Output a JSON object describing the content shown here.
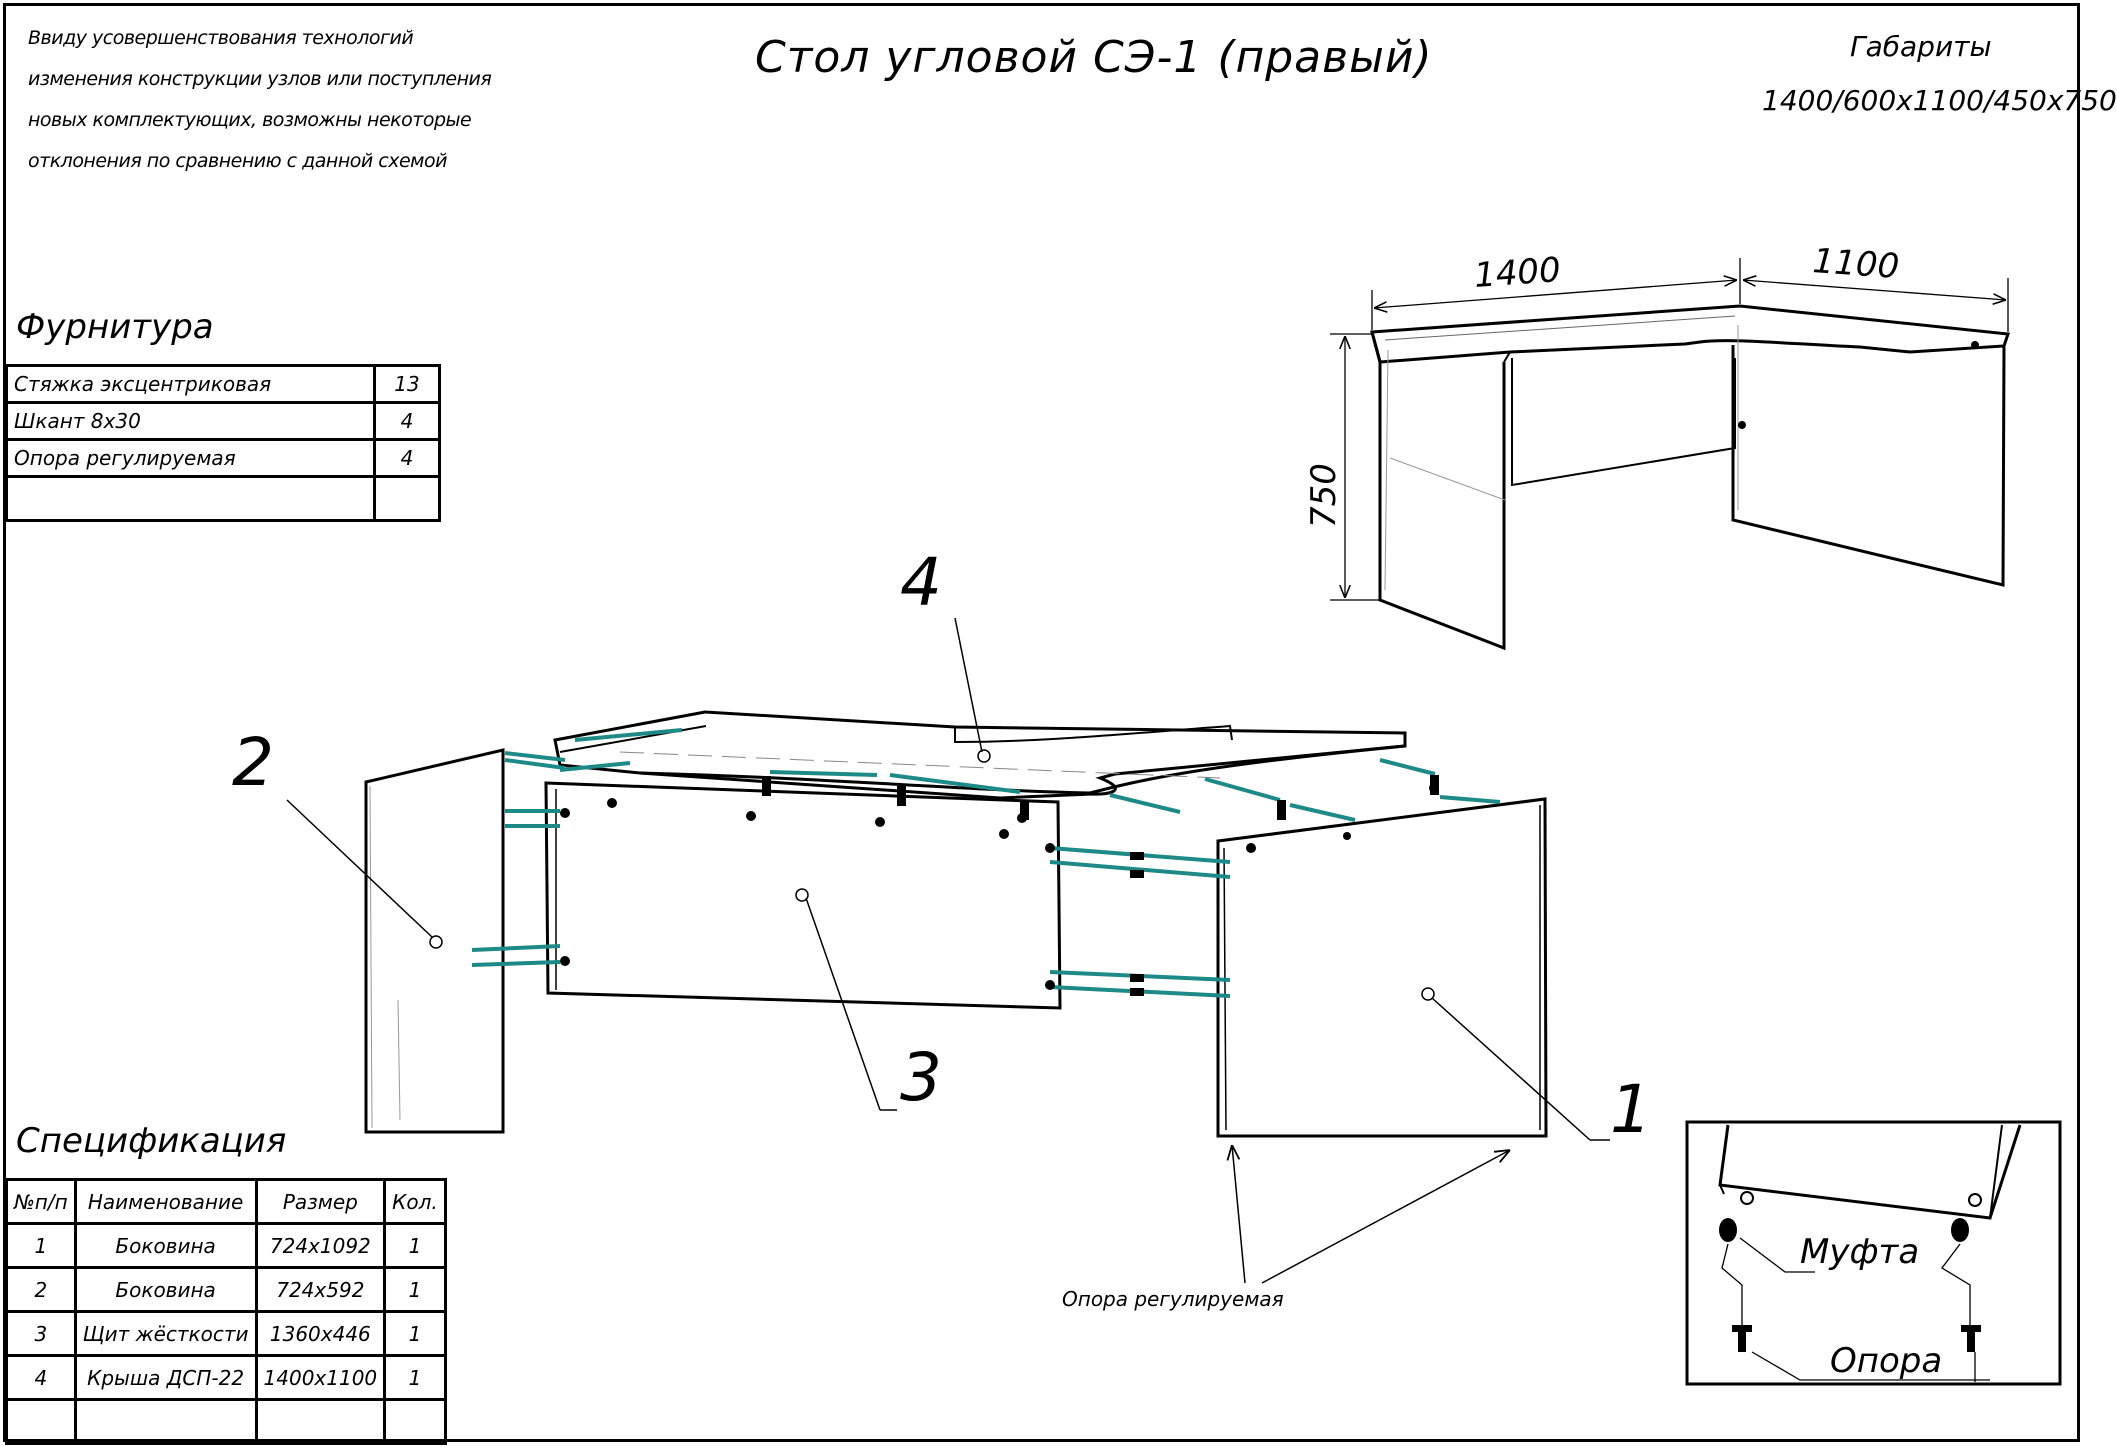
{
  "note_lines": [
    "Ввиду усовершенствования технологий",
    "изменения конструкции узлов или поступления",
    "новых комплектующих, возможны некоторые",
    "отклонения по сравнению с данной схемой"
  ],
  "title": "Стол угловой СЭ-1 (правый)",
  "dimensions": {
    "label": "Габариты",
    "value": "1400/600х1100/450х750"
  },
  "hardware": {
    "title": "Фурнитура",
    "rows": [
      {
        "name": "Стяжка эксцентриковая",
        "qty": "13"
      },
      {
        "name": "Шкант 8х30",
        "qty": "4"
      },
      {
        "name": "Опора регулируемая",
        "qty": "4"
      },
      {
        "name": "",
        "qty": ""
      }
    ]
  },
  "spec": {
    "title": "Спецификация",
    "headers": [
      "№п/п",
      "Наименование",
      "Размер",
      "Кол."
    ],
    "rows": [
      [
        "1",
        "Боковина",
        "724х1092",
        "1"
      ],
      [
        "2",
        "Боковина",
        "724х592",
        "1"
      ],
      [
        "3",
        "Щит жёсткости",
        "1360х446",
        "1"
      ],
      [
        "4",
        "Крыша ДСП-22",
        "1400х1100",
        "1"
      ],
      [
        "",
        "",
        "",
        ""
      ]
    ]
  },
  "overview_dims": {
    "width1": "1400",
    "width2": "1100",
    "height": "750"
  },
  "part_labels": [
    "1",
    "2",
    "3",
    "4"
  ],
  "leg_label": "Опора регулируемая",
  "detail": {
    "coupling": "Муфта",
    "support": "Опора"
  },
  "colors": {
    "connector": "#1e8a87",
    "line": "#000000"
  }
}
